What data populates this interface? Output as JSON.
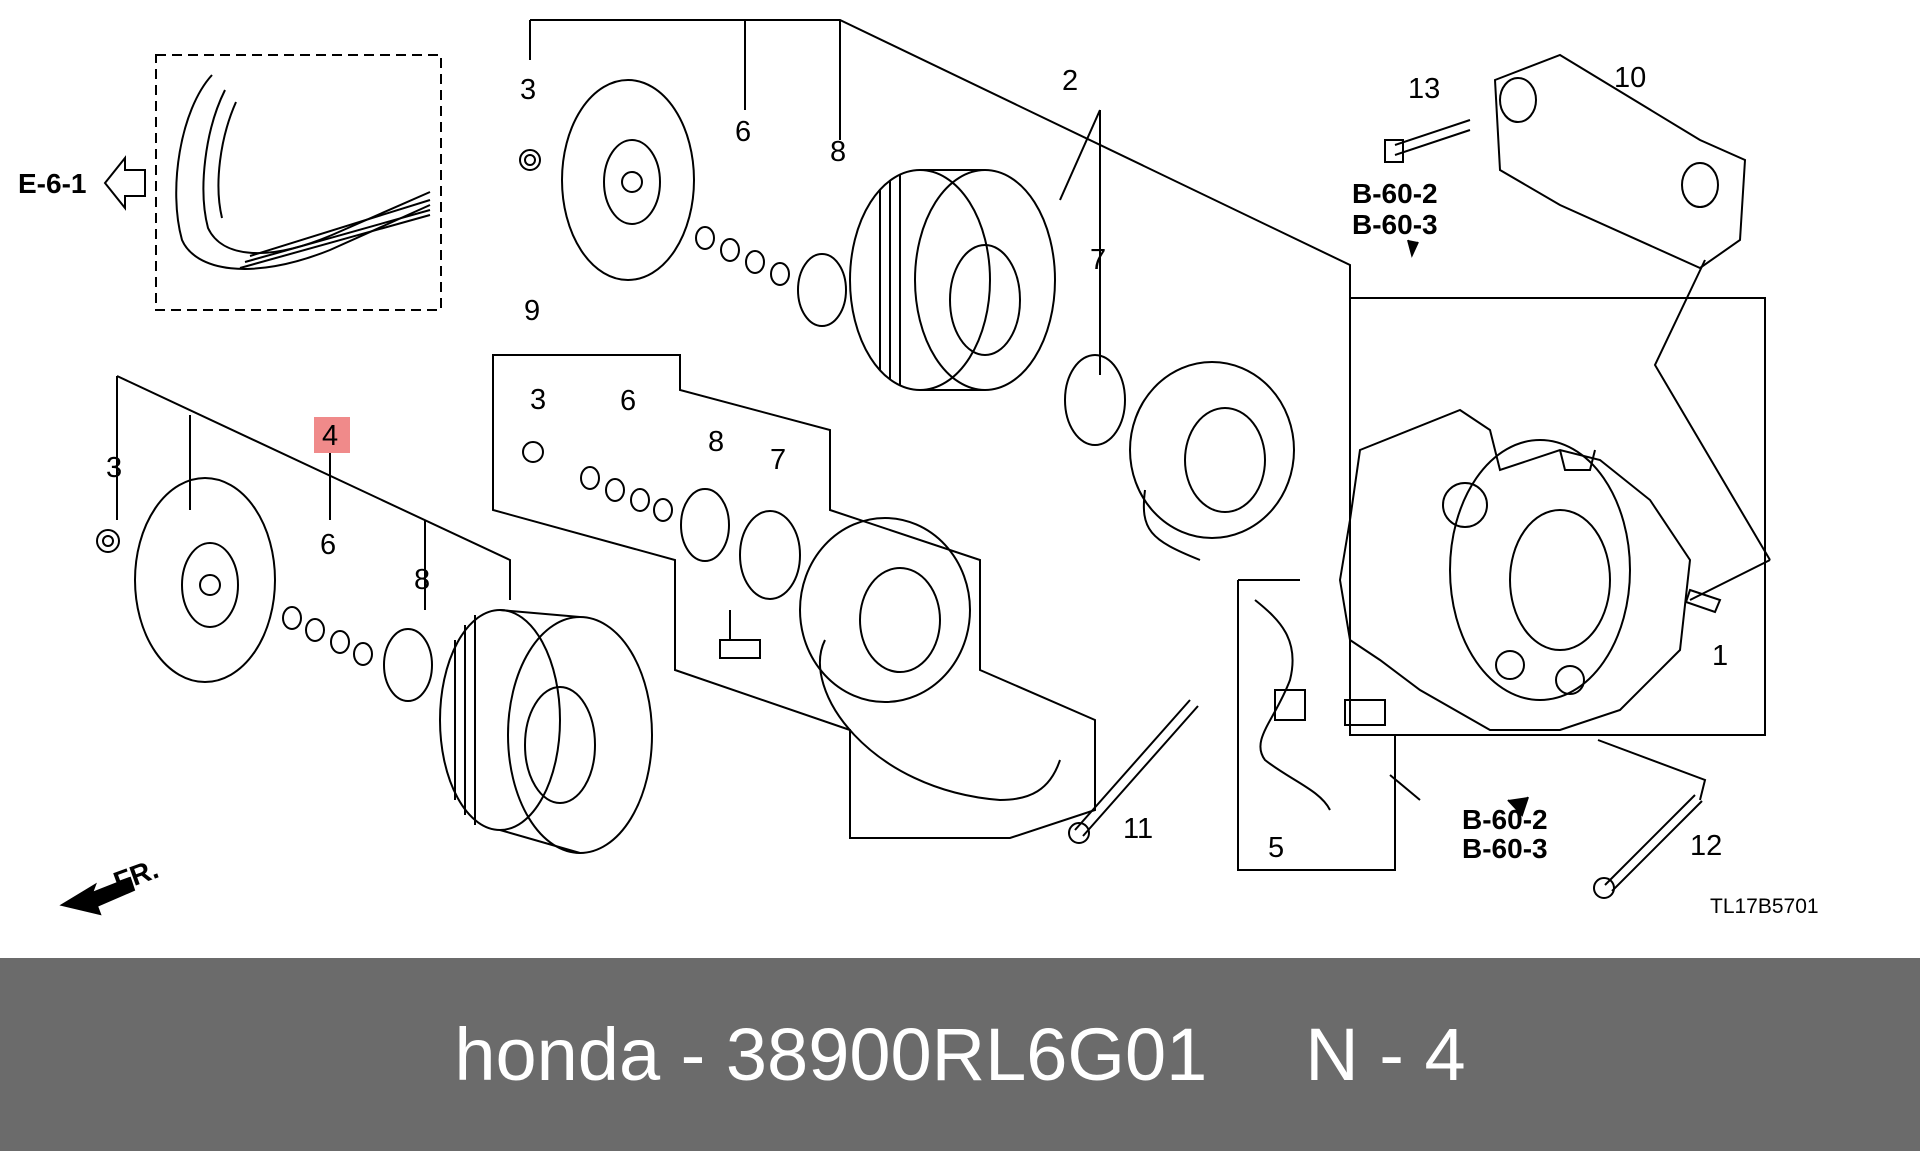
{
  "diagram": {
    "callouts": {
      "c1": "1",
      "c2": "2",
      "c3a": "3",
      "c3b": "3",
      "c3c": "3",
      "c4": "4",
      "c5": "5",
      "c6a": "6",
      "c6b": "6",
      "c6c": "6",
      "c7a": "7",
      "c7b": "7",
      "c8a": "8",
      "c8b": "8",
      "c8c": "8",
      "c9": "9",
      "c10": "10",
      "c11": "11",
      "c12": "12",
      "c13": "13"
    },
    "refs": {
      "e61": "E-6-1",
      "b602_top": "B-60-2",
      "b603_top": "B-60-3",
      "b602_bottom": "B-60-2",
      "b603_bottom": "B-60-3",
      "front": "FR."
    },
    "diagram_code": "TL17B5701",
    "highlight_color": "#f08a8a"
  },
  "footer": {
    "brand": "honda",
    "separator": "-",
    "part_number": "38900RL6G01",
    "position_label": "N - 4"
  },
  "colors": {
    "footer_bg": "#6b6b6b",
    "footer_text": "#ffffff",
    "line": "#000000"
  }
}
